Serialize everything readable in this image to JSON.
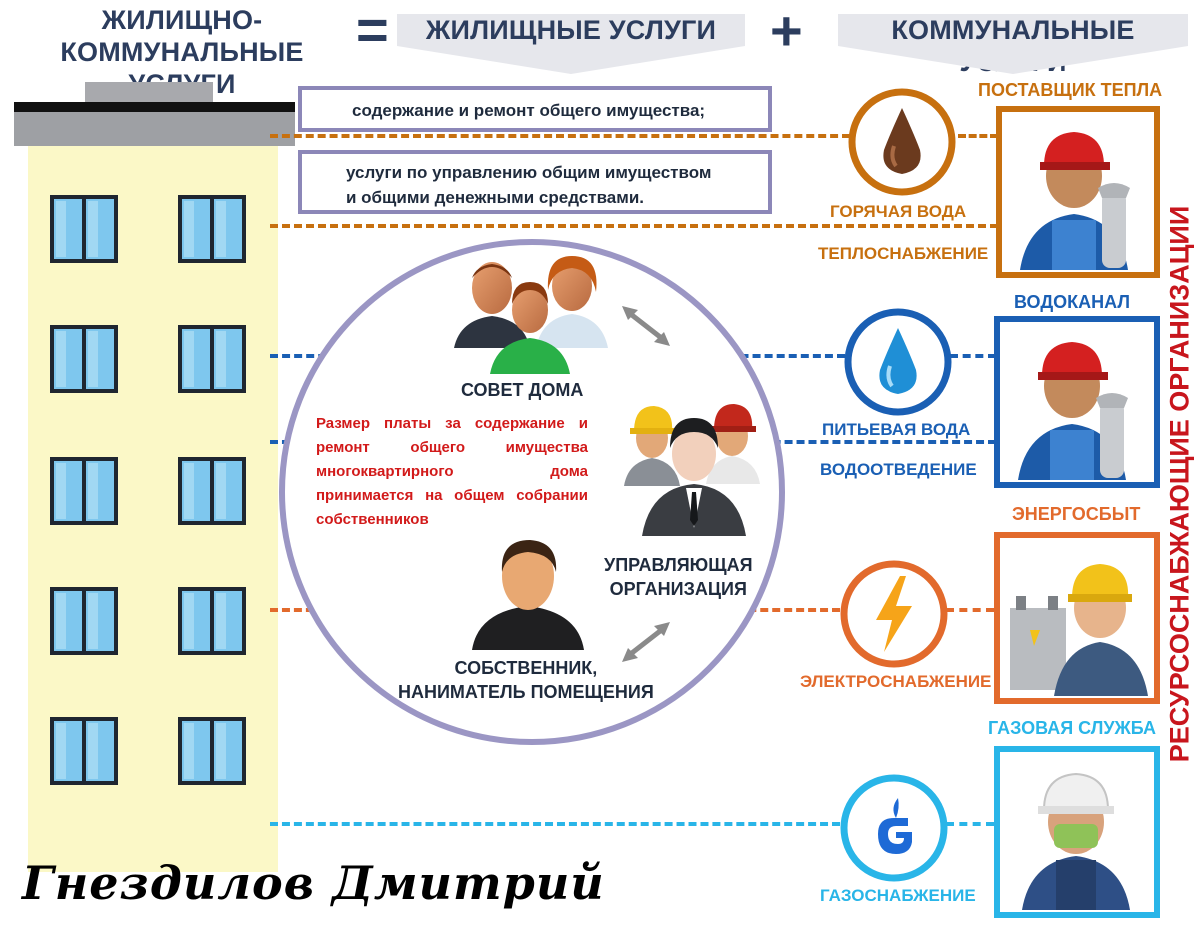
{
  "header": {
    "left_line1": "ЖИЛИЩНО-",
    "left_line2": "КОММУНАЛЬНЫЕ УСЛУГИ",
    "equals_sign": "=",
    "housing": "ЖИЛИЩНЫЕ УСЛУГИ",
    "plus_sign": "+",
    "utility": "КОММУНАЛЬНЫЕ УСЛУГИ"
  },
  "housing_services": {
    "item1": "содержание и ремонт общего имущества;",
    "item2_line1": "услуги по управлению общим имуществом",
    "item2_line2": "и общими денежными средствами."
  },
  "center": {
    "council": "СОВЕТ ДОМА",
    "fee_note": "Размер платы за содержание и ремонт общего имущества многоквартирного дома принимается на общем собрании собственников",
    "management_line1": "УПРАВЛЯЮЩАЯ",
    "management_line2": "ОРГАНИЗАЦИЯ",
    "owner_line1": "СОБСТВЕННИК,",
    "owner_line2": "НАНИМАТЕЛЬ ПОМЕЩЕНИЯ"
  },
  "utilities": {
    "hot_water": "ГОРЯЧАЯ ВОДА",
    "heating": "ТЕПЛОСНАБЖЕНИЕ",
    "drinking_water": "ПИТЬЕВАЯ ВОДА",
    "sewerage": "ВОДООТВЕДЕНИЕ",
    "electricity": "ЭЛЕКТРОСНАБЖЕНИЕ",
    "gas": "ГАЗОСНАБЖЕНИЕ"
  },
  "providers": {
    "heat": "ПОСТАВЩИК  ТЕПЛА",
    "water": "ВОДОКАНАЛ",
    "energy": "ЭНЕРГОСБЫТ",
    "gas": "ГАЗОВАЯ СЛУЖБА",
    "vertical": "РЕСУРСОСНАБЖАЮЩИЕ  ОРГАНИЗАЦИИ"
  },
  "signature": "Гнездилов Дмитрий",
  "colors": {
    "navy": "#2c3d5e",
    "heat_orange": "#c7700f",
    "water_blue": "#1a5fb4",
    "energy_orange": "#e26a2c",
    "gas_cyan": "#29b5e8",
    "red_text": "#d21a1a",
    "circle": "#9b96c4",
    "building": "#fbf8c7"
  }
}
